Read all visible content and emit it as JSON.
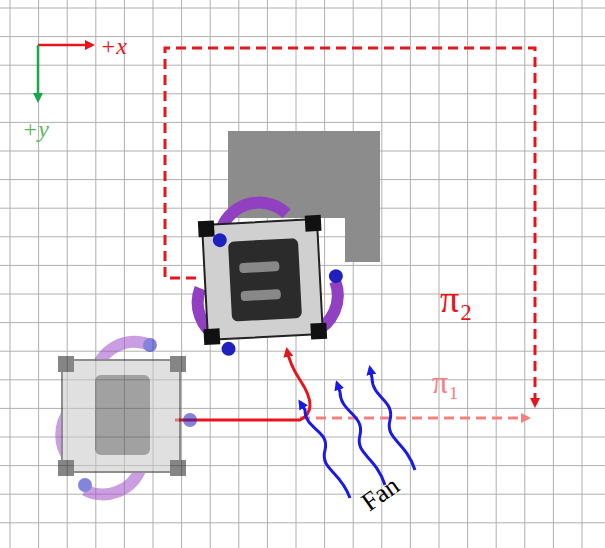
{
  "diagram": {
    "labels": [
      "+x",
      "+y",
      "π₂",
      "π₁",
      "Fan"
    ]
  }
}
